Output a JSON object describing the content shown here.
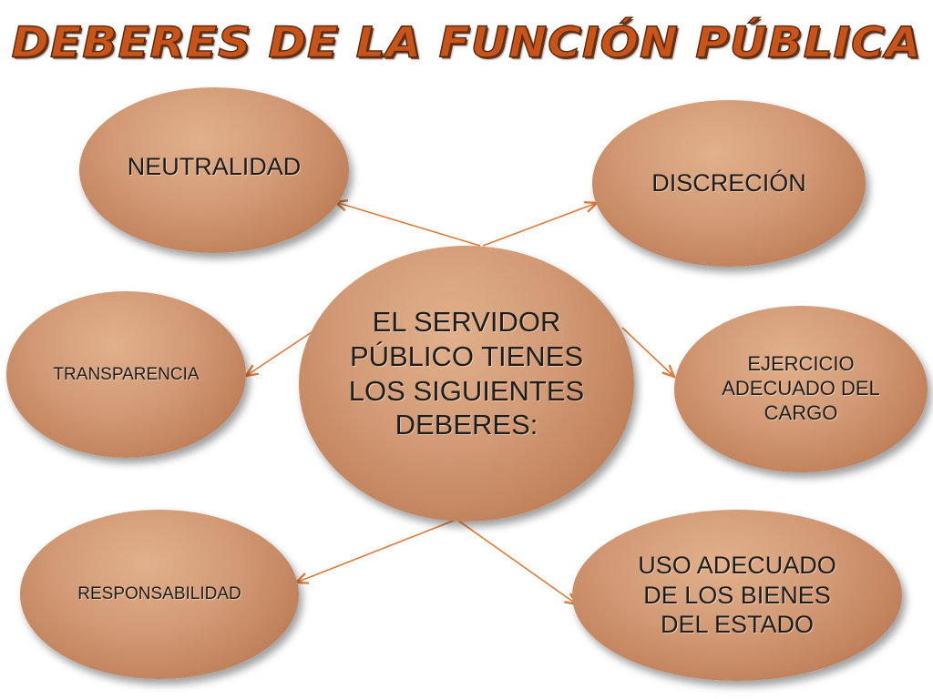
{
  "title": "DEBERES DE LA FUNCIÓN PÚBLICA",
  "center": "EL SERVIDOR PÚBLICO TIENES LOS SIGUIENTES DEBERES:",
  "nodes": {
    "neutralidad": "NEUTRALIDAD",
    "discrecion": "DISCRECIÓN",
    "transparencia": "TRANSPARENCIA",
    "ejercicio": "EJERCICIO ADECUADO DEL CARGO",
    "responsabilidad": "RESPONSABILIDAD",
    "uso_bienes": "USO ADECUADO DE LOS BIENES DEL ESTADO"
  },
  "colors": {
    "title": "#c8541a",
    "node_fill": "#d29a76",
    "arrow": "#e07a3a"
  }
}
